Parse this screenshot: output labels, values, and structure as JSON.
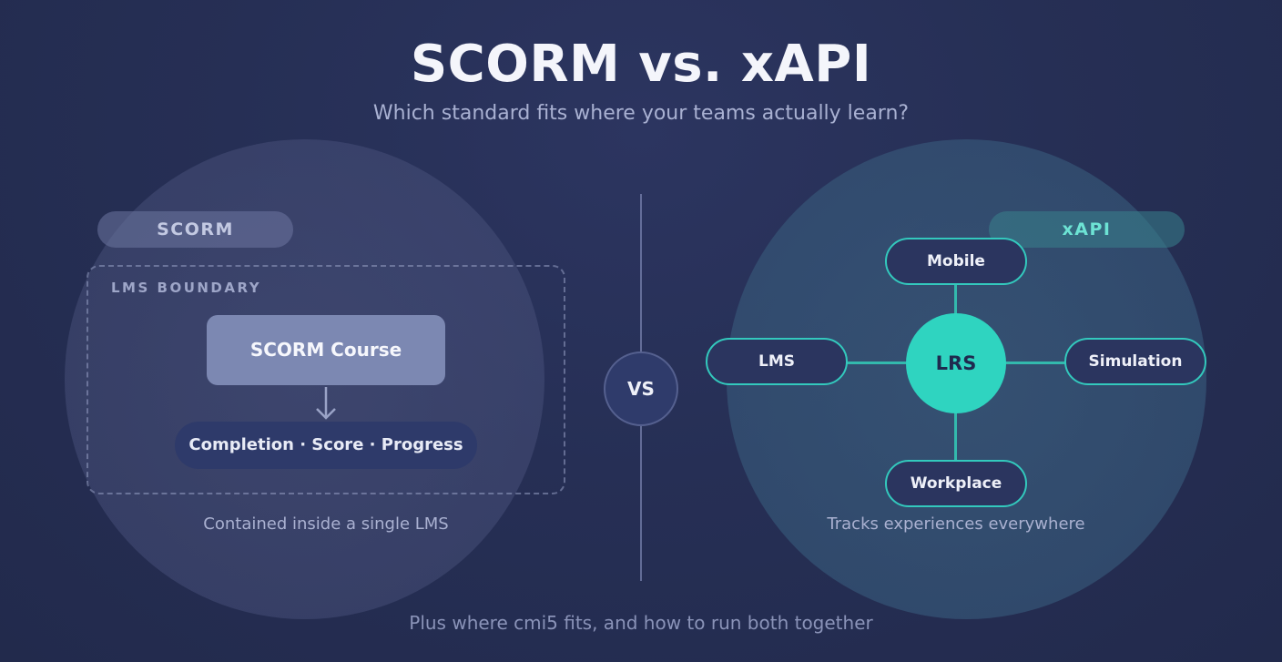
{
  "header": {
    "title": "SCORM vs. xAPI",
    "subtitle": "Which standard fits where your teams actually learn?"
  },
  "scorm": {
    "label": "SCORM",
    "boundary_label": "LMS BOUNDARY",
    "course_label": "SCORM Course",
    "metrics_label": "Completion · Score · Progress",
    "caption": "Contained inside a single LMS"
  },
  "divider": {
    "vs_label": "VS"
  },
  "xapi": {
    "label": "xAPI",
    "hub_label": "LRS",
    "nodes": {
      "top": "Mobile",
      "left": "LMS",
      "right": "Simulation",
      "bottom": "Workplace"
    },
    "caption": "Tracks experiences everywhere"
  },
  "footer": {
    "text": "Plus where cmi5 fits, and how to run both together"
  },
  "colors": {
    "accent": "#2fd4c0",
    "scorm_course": "#7c88b2",
    "background": "#262f55"
  }
}
